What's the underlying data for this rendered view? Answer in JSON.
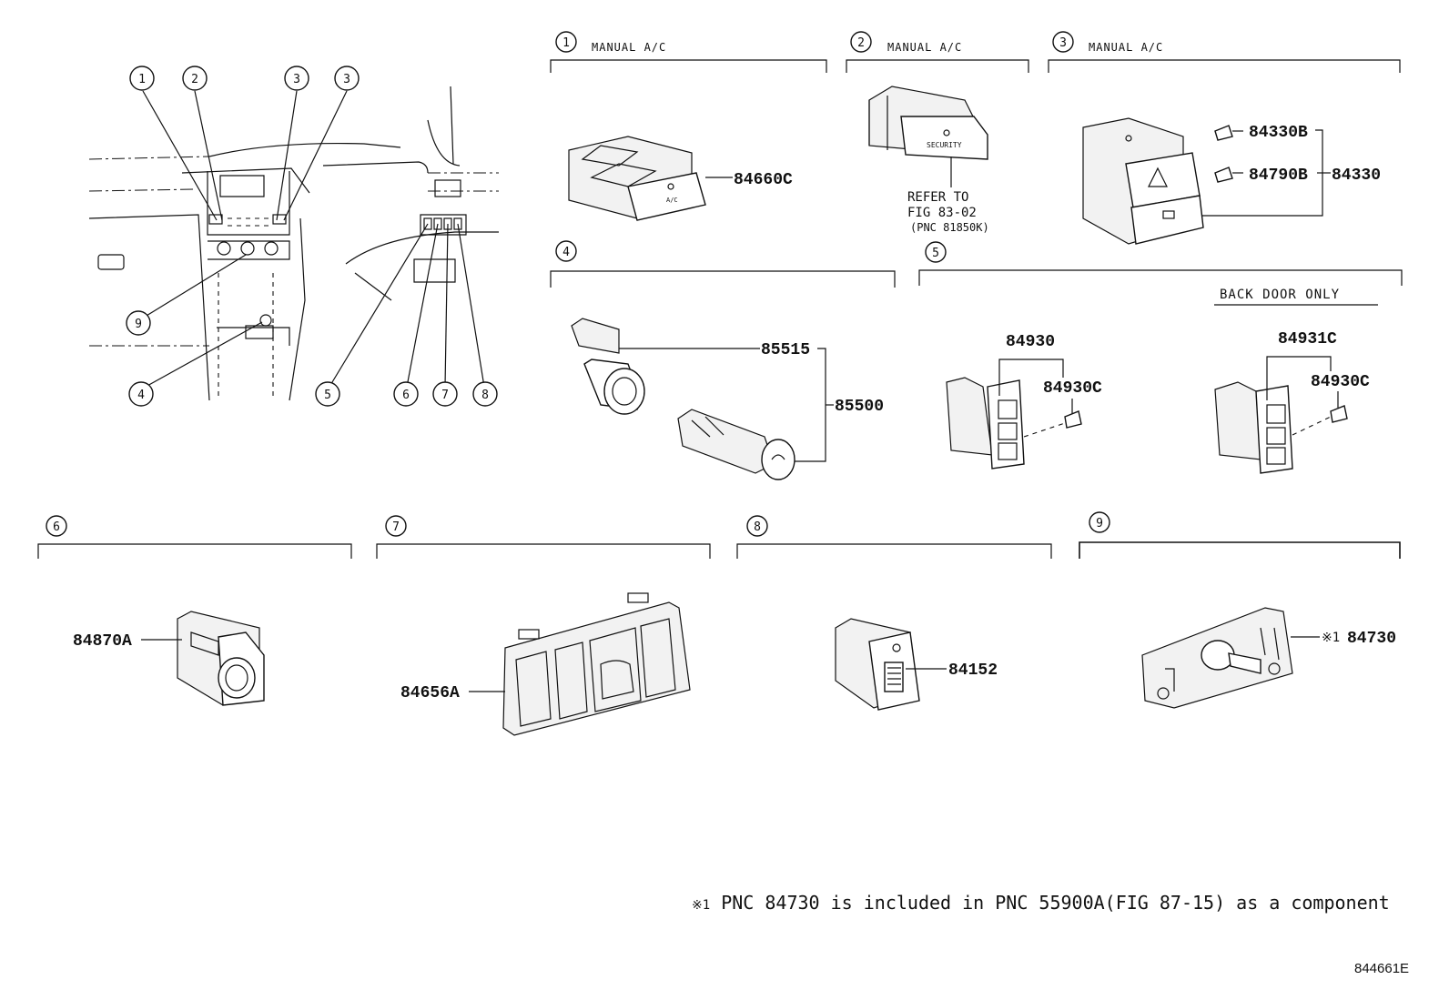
{
  "overview": {
    "callouts_top": [
      "1",
      "2",
      "3",
      "3"
    ],
    "callouts_bottom": [
      "4",
      "5",
      "6",
      "7",
      "8"
    ],
    "callout_left": "9"
  },
  "sections": {
    "s1": {
      "num": "1",
      "label": "MANUAL A/C",
      "parts": {
        "p1": "84660C"
      }
    },
    "s2": {
      "num": "2",
      "label": "MANUAL A/C",
      "refer": [
        "REFER TO",
        "FIG 83-02",
        "(PNC 81850K)"
      ],
      "button_text": "SECURITY"
    },
    "s3": {
      "num": "3",
      "label": "MANUAL A/C",
      "parts": {
        "p1": "84330B",
        "p2": "84790B",
        "assy": "84330"
      }
    },
    "s4": {
      "num": "4",
      "parts": {
        "p1": "85515",
        "assy": "85500"
      }
    },
    "s5": {
      "num": "5",
      "note": "BACK DOOR ONLY",
      "parts": {
        "l_assy": "84930",
        "l_screw": "84930C",
        "r_assy": "84931C",
        "r_screw": "84930C"
      }
    },
    "s6": {
      "num": "6",
      "parts": {
        "p1": "84870A"
      }
    },
    "s7": {
      "num": "7",
      "parts": {
        "p1": "84656A"
      }
    },
    "s8": {
      "num": "8",
      "parts": {
        "p1": "84152"
      }
    },
    "s9": {
      "num": "9",
      "mark": "※1",
      "parts": {
        "p1": "84730"
      }
    }
  },
  "footnote": {
    "mark": "※1",
    "text": "PNC 84730 is included in PNC 55900A(FIG 87-15) as a component"
  },
  "figure_id": "844661E"
}
